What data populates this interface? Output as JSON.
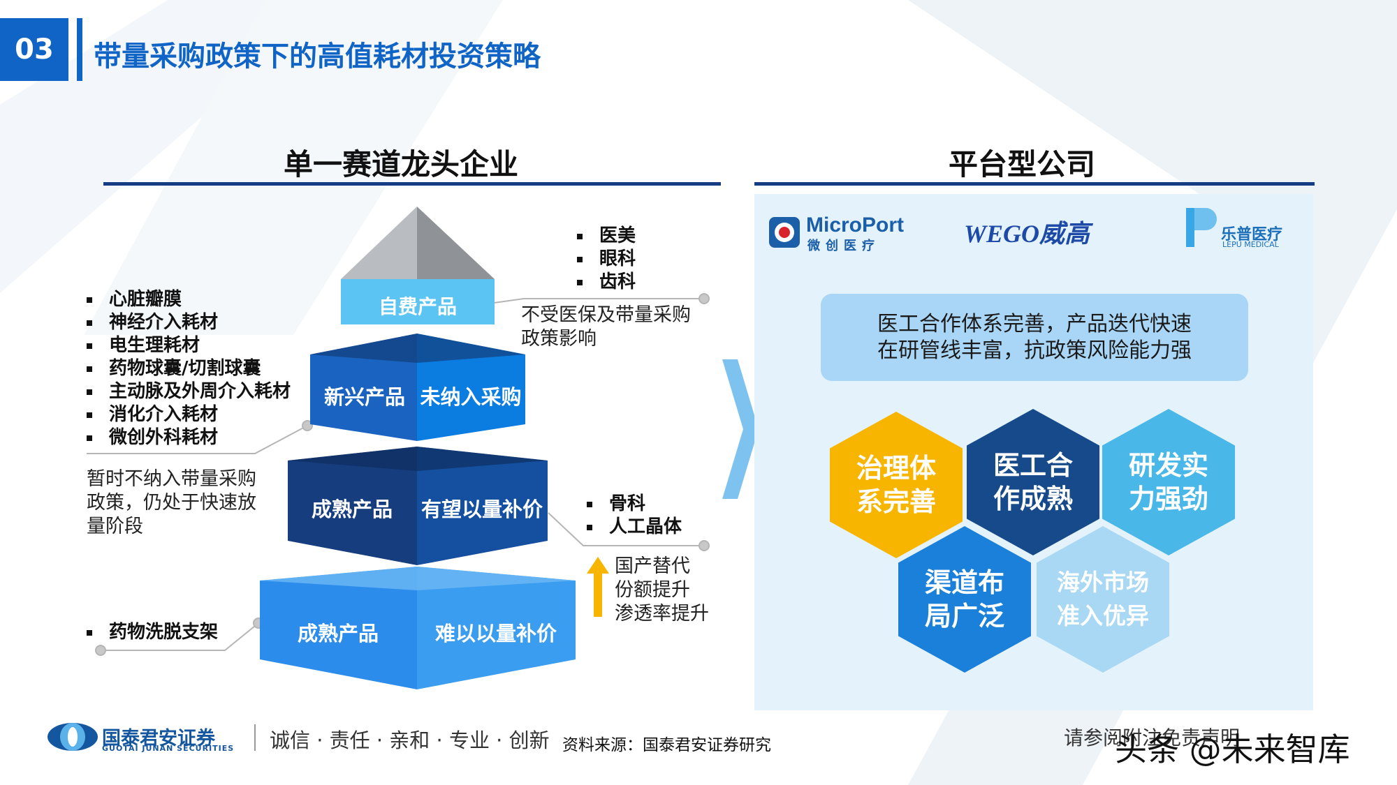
{
  "header": {
    "section_number": "03",
    "title": "带量采购政策下的高值耗材投资策略"
  },
  "left": {
    "heading": "单一赛道龙头企业",
    "bullets_top_left": [
      "心脏瓣膜",
      "神经介入耗材",
      "电生理耗材",
      "药物球囊/切割球囊",
      "主动脉及外周介入耗材",
      "消化介入耗材",
      "微创外科耗材"
    ],
    "note_left": [
      "暂时不纳入带量采购",
      "政策，仍处于快速放",
      "量阶段"
    ],
    "bullets_top_right": [
      "医美",
      "眼科",
      "齿科"
    ],
    "note_right": [
      "不受医保及带量采购",
      "政策影响"
    ],
    "bullets_mid_right": [
      "骨科",
      "人工晶体"
    ],
    "growth_note": [
      "国产替代",
      "份额提升",
      "渗透率提升"
    ],
    "bullet_bottom_left": [
      "药物洗脱支架"
    ],
    "pyramid": {
      "top": "自费产品",
      "level2_left": "新兴产品",
      "level2_right": "未纳入采购",
      "level3_left": "成熟产品",
      "level3_right": "有望以量补价",
      "level4_left": "成熟产品",
      "level4_right": "难以以量补价"
    }
  },
  "right": {
    "heading": "平台型公司",
    "logos": {
      "microport_en": "MicroPort",
      "microport_cn": "微创医疗",
      "wego": "WEGO威高",
      "lepu_cn": "乐普医疗",
      "lepu_en": "LEPU MEDICAL"
    },
    "callout": [
      "医工合作体系完善，产品迭代快速",
      "在研管线丰富，抗政策风险能力强"
    ],
    "hexagons": [
      {
        "lines": [
          "治理体",
          "系完善"
        ],
        "color": "#f7b500"
      },
      {
        "lines": [
          "医工合",
          "作成熟"
        ],
        "color": "#164a8a"
      },
      {
        "lines": [
          "研发实",
          "力强劲"
        ],
        "color": "#49b7e8"
      },
      {
        "lines": [
          "渠道布",
          "局广泛"
        ],
        "color": "#1a80d9"
      },
      {
        "lines": [
          "海外市场",
          "准入优异"
        ],
        "color": "#a9d8f5"
      }
    ]
  },
  "footer": {
    "company": "国泰君安证券",
    "company_en": "GUOTAI JUNAN SECURITIES",
    "motto": "诚信 · 责任 · 亲和 · 专业 · 创新",
    "source": "资料来源：国泰君安证券研究",
    "disclaimer": "请参阅附注免责声明",
    "watermark": "头条 @未来智库"
  }
}
